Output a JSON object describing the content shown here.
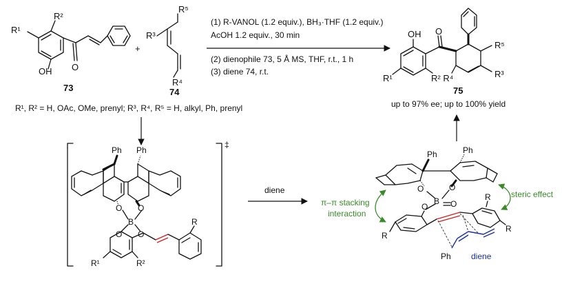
{
  "scheme": {
    "conditions": {
      "step1": "(1) R-VANOL (1.2 equiv.), BH₃·THF (1.2 equiv.)",
      "step1b": "AcOH 1.2 equiv., 30 min",
      "step2": "(2) dienophile 73, 5 Å MS, THF, r.t., 1 h",
      "step3": "(3) diene 74, r.t."
    },
    "reactant_73": {
      "number": "73",
      "r1": "R¹",
      "r2": "R²",
      "oh": "OH",
      "o": "O"
    },
    "plus": "+",
    "reactant_74": {
      "number": "74",
      "r3": "R³",
      "r4": "R⁴",
      "r5": "R⁵"
    },
    "substituents": "R¹, R² = H, OAc, OMe, prenyl; R³, R⁴, R⁵ = H, alkyl, Ph, prenyl",
    "product_75": {
      "number": "75",
      "oh": "OH",
      "o": "O",
      "r1": "R¹",
      "r2r4": "R² R⁴",
      "r3": "R³",
      "r5": "R⁵",
      "yield": "up to 97% ee; up to 100% yield"
    },
    "complex": {
      "ph1": "Ph",
      "ph2": "Ph",
      "o1": "O",
      "o2": "O",
      "b": "B",
      "o3": "O",
      "o4": "O",
      "r": "R",
      "r1": "R¹",
      "r2": "R²",
      "dagger": "‡"
    },
    "diene_arrow_label": "diene",
    "model": {
      "ph1": "Ph",
      "ph2": "Ph",
      "o1": "O",
      "o2": "O",
      "b": "B",
      "o3": "O",
      "o4": "O",
      "r_left": "R",
      "r_top": "R",
      "r_right": "R",
      "ph_bottom": "Ph",
      "diene_label": "diene",
      "stacking_label_1": "π–π stacking",
      "stacking_label_2": "interaction",
      "steric_label": "steric effect"
    }
  },
  "colors": {
    "dienophile_bond": "#d42020",
    "diene": "#1a2fa0",
    "annotation": "#3a8a2a"
  }
}
